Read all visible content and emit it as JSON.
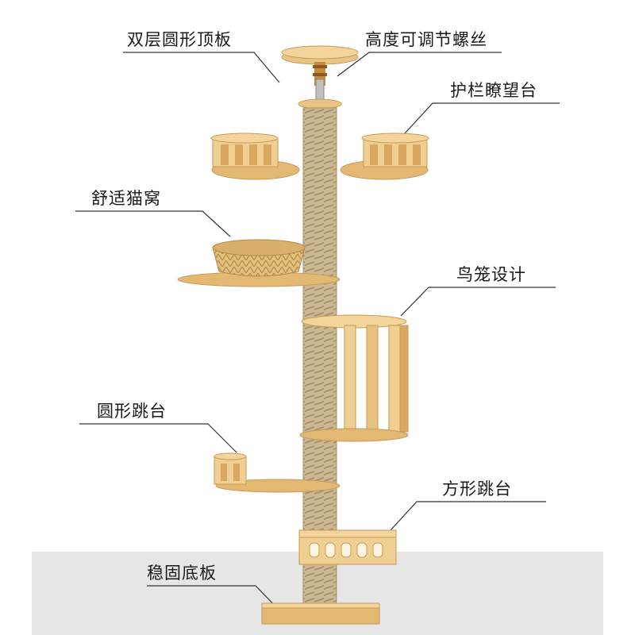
{
  "labels": {
    "double_top": "双层圆形顶板",
    "screw": "高度可调节螺丝",
    "lookout": "护栏瞭望台",
    "nest": "舒适猫窝",
    "cage": "鸟笼设计",
    "round_platform": "圆形跳台",
    "square_platform": "方形跳台",
    "base": "稳固底板"
  },
  "colors": {
    "wood": "#ecc98a",
    "wood_dark": "#d6a866",
    "sisal": "#c9b590",
    "line": "#333333",
    "floor": "#e6e6e6"
  }
}
